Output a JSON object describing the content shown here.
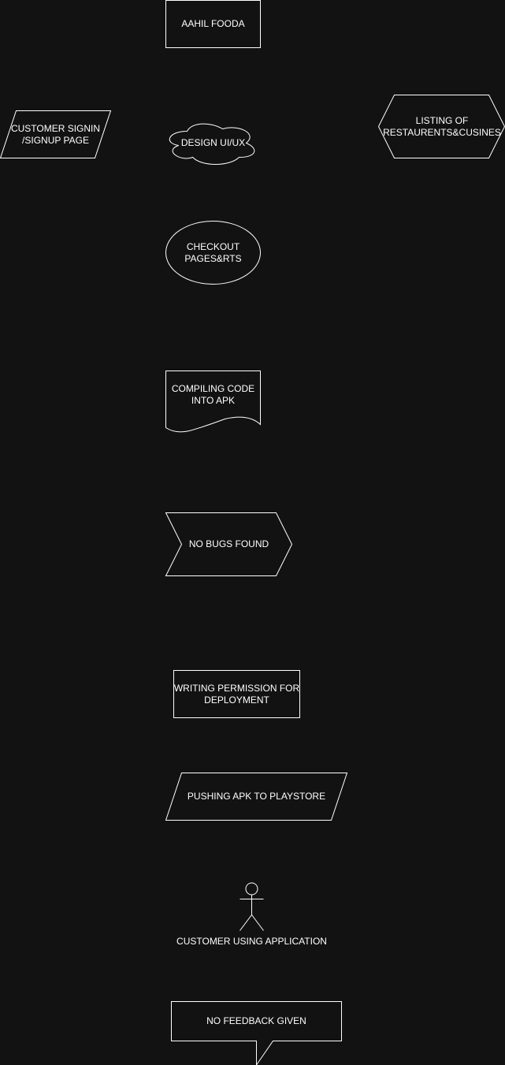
{
  "colors": {
    "background": "#121212",
    "stroke": "#ffffff",
    "text": "#ffffff"
  },
  "nodes": {
    "title": {
      "label": "AAHIL FOODA",
      "shape": "rectangle"
    },
    "signin": {
      "label": "CUSTOMER SIGNIN\n/SIGNUP PAGE",
      "shape": "parallelogram"
    },
    "design": {
      "label": "DESIGN UI/UX",
      "shape": "cloud"
    },
    "listing": {
      "label": "LISTING OF\nRESTAURENTS&CUSINES",
      "shape": "hexagon"
    },
    "checkout": {
      "label": "CHECKOUT\nPAGES&RTS",
      "shape": "ellipse"
    },
    "compiling": {
      "label": "COMPILING CODE\nINTO APK",
      "shape": "document"
    },
    "nobugs": {
      "label": "NO BUGS FOUND",
      "shape": "step"
    },
    "permission": {
      "label": "WRITING PERMISSION FOR\nDEPLOYMENT",
      "shape": "rectangle"
    },
    "pushing": {
      "label": "PUSHING APK TO PLAYSTORE",
      "shape": "parallelogram"
    },
    "customer": {
      "label": "CUSTOMER USING APPLICATION",
      "shape": "actor"
    },
    "feedback": {
      "label": "NO FEEDBACK GIVEN",
      "shape": "callout"
    }
  }
}
